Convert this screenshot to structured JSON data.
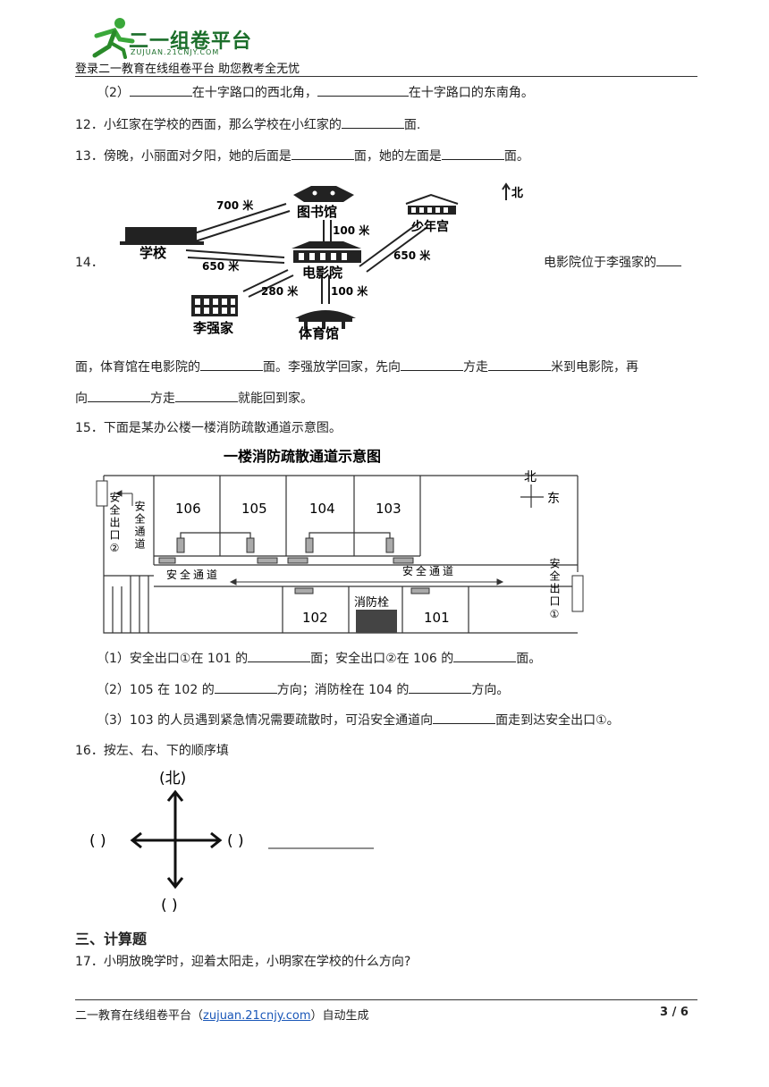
{
  "header": {
    "logo_title": "二一组卷平台",
    "logo_sub": "ZUJUAN.21CNJY.COM",
    "tagline": "登录二一教育在线组卷平台  助您教考全无忧"
  },
  "q11": {
    "num": "（2）",
    "t1": "在十字路口的西北角，",
    "t2": "在十字路口的东南角。"
  },
  "q12": {
    "num": "12．",
    "t1": "小红家在学校的西面，那么学校在小红家的",
    "t2": "面."
  },
  "q13": {
    "num": "13．",
    "t1": "傍晚，小丽面对夕阳，她的后面是",
    "t2": "面，她的左面是",
    "t3": "面。"
  },
  "q14": {
    "num": "14．",
    "right_text": "电影院位于李强家的",
    "line2_a": "面，体育馆在电影院的",
    "line2_b": "面。李强放学回家，先向",
    "line2_c": "方走",
    "line2_d": "米到电影院，再",
    "line3_a": "向",
    "line3_b": "方走",
    "line3_c": "就能回到家。",
    "map": {
      "library": "图书馆",
      "school": "学校",
      "youth_palace": "少年宫",
      "cinema": "电影院",
      "liqiang_home": "李强家",
      "gym": "体育馆",
      "north": "北",
      "d700": "700 米",
      "d100a": "100 米",
      "d650a": "650 米",
      "d650b": "650 米",
      "d280": "280 米",
      "d100b": "100 米"
    }
  },
  "q15": {
    "num": "15．",
    "intro": "下面是某办公楼一楼消防疏散通道示意图。",
    "diagram": {
      "title": "一楼消防疏散通道示意图",
      "rooms_top": [
        "106",
        "105",
        "104",
        "103"
      ],
      "rooms_bottom": [
        "102",
        "101"
      ],
      "hydrant": "消防栓",
      "exit2": "安全出口②",
      "exit1": "安全出口①",
      "channel_v": "安全通道",
      "channel_h": "安全通道",
      "north": "北",
      "east": "东"
    },
    "sub1_a": "（1）安全出口①在 101 的",
    "sub1_b": "面；安全出口②在 106 的",
    "sub1_c": "面。",
    "sub2_a": "（2）105 在 102 的",
    "sub2_b": "方向；消防栓在 104 的",
    "sub2_c": "方向。",
    "sub3_a": "（3）103 的人员遇到紧急情况需要疏散时，可沿安全通道向",
    "sub3_b": "面走到达安全出口①。"
  },
  "q16": {
    "num": "16．",
    "text": "按左、右、下的顺序填",
    "top_label": "(北)",
    "left_label": "(   )",
    "right_label": "(   )",
    "bottom_label": "(   )"
  },
  "section3": {
    "title": "三、计算题"
  },
  "q17": {
    "num": "17．",
    "text": "小明放晚学时，迎着太阳走，小明家在学校的什么方向?"
  },
  "footer": {
    "left_a": "二一教育在线组卷平台（",
    "link": "zujuan.21cnjy.com",
    "left_b": "）自动生成",
    "page": "3 / 6"
  }
}
